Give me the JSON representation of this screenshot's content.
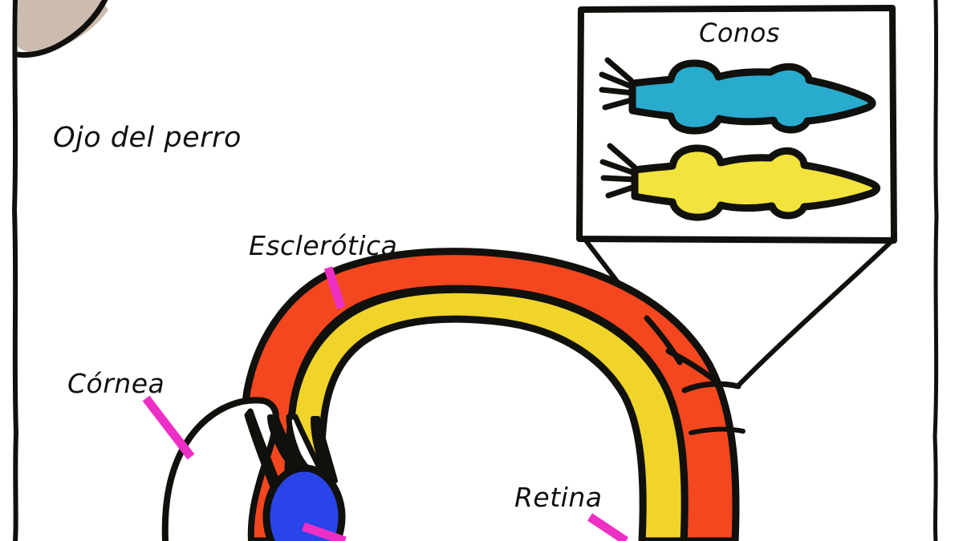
{
  "diagram": {
    "title": "Ojo del perro",
    "language": "es",
    "style": "hand-drawn educational illustration"
  },
  "labels": {
    "title": "Ojo del perro",
    "sclera": "Esclerótica",
    "cornea": "Córnea",
    "retina": "Retina",
    "inset_title": "Conos"
  },
  "inset": {
    "title": "Conos",
    "cells": [
      {
        "name": "cone-cell-cyan",
        "color": "#29ABCE"
      },
      {
        "name": "cone-cell-yellow",
        "color": "#F2E33D"
      }
    ]
  },
  "colors": {
    "sclera": "#F4471F",
    "retina": "#F0D42A",
    "lens": "#2944E8",
    "cone_cyan": "#29ABCE",
    "cone_yellow": "#F2E33D",
    "leader": "#EE2FC6",
    "ink": "#10100c",
    "head": "#CCBCAF",
    "page": "#ffffff"
  },
  "leaders": [
    {
      "name": "leader-sclera",
      "from_label": "Esclerótica"
    },
    {
      "name": "leader-cornea",
      "from_label": "Córnea"
    },
    {
      "name": "leader-retina",
      "from_label": "Retina"
    },
    {
      "name": "leader-lens",
      "from_label": ""
    }
  ]
}
